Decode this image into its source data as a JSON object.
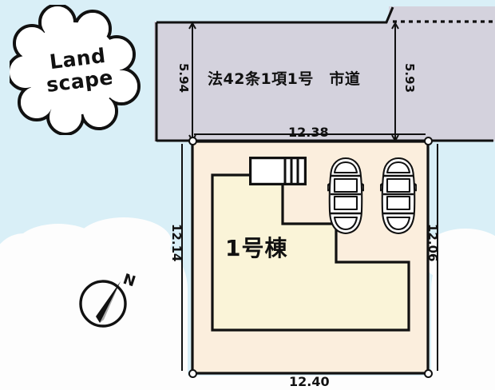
{
  "logo": {
    "line1": "Land",
    "line2": "scape",
    "shape": "flower-badge"
  },
  "road": {
    "label": "法42条1項1号　市道",
    "fill_color": "#d4d2dd",
    "dimensions": {
      "left_depth": "5.94",
      "right_depth": "5.93",
      "frontage": "12.38"
    }
  },
  "lot": {
    "fill_color": "#fbeedd",
    "dimensions": {
      "left_side": "12.14",
      "right_side": "12.06",
      "bottom_width": "12.40"
    }
  },
  "building": {
    "label": "1号棟",
    "fill_color": "#faf4d8"
  },
  "parking": {
    "car_count": 2,
    "cars": [
      {
        "name": "car-space-1"
      },
      {
        "name": "car-space-2"
      }
    ]
  },
  "compass": {
    "label": "N"
  },
  "background": {
    "sky_color": "#d9eff7",
    "cloud_color": "#fdfdfd"
  }
}
